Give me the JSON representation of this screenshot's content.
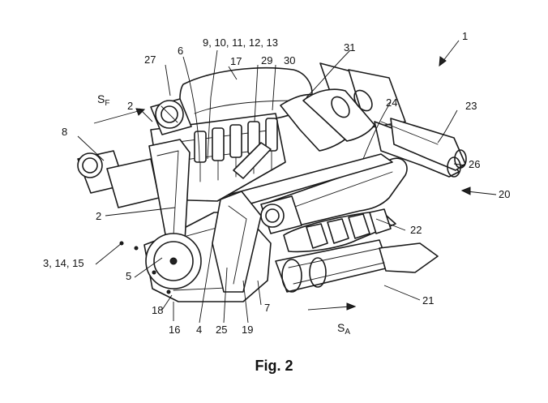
{
  "figure": {
    "caption": "Fig. 2",
    "labels": {
      "l1": "1",
      "l27": "27",
      "l6": "6",
      "l9_13": "9, 10, 11, 12, 13",
      "l17": "17",
      "l29": "29",
      "l30": "30",
      "l31": "31",
      "l2a": "2",
      "l8": "8",
      "l24": "24",
      "l23": "23",
      "l26": "26",
      "l20": "20",
      "l2b": "2",
      "l22": "22",
      "l3_14_15": "3, 14, 15",
      "l5": "5",
      "l21": "21",
      "l7": "7",
      "l18": "18",
      "l16": "16",
      "l4": "4",
      "l25": "25",
      "l19": "19"
    },
    "flow_labels": {
      "sf_main": "S",
      "sf_sub": "F",
      "sa_main": "S",
      "sa_sub": "A"
    }
  }
}
